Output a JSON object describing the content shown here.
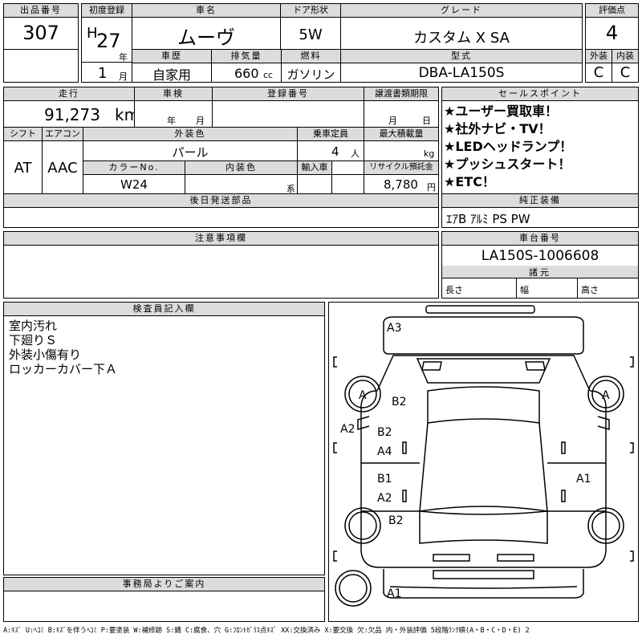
{
  "header": {
    "lot_label": "出品番号",
    "lot_no": "307",
    "reg_label": "初度登録",
    "era": "H",
    "year": "27",
    "year_unit": "年",
    "month": "1",
    "month_unit": "月",
    "name_label": "車名",
    "name": "ムーヴ",
    "door_label": "ドア形状",
    "door": "5W",
    "grade_label": "グレード",
    "grade": "カスタム X SA",
    "score_label": "評価点",
    "score": "4",
    "history_label": "車歴",
    "history": "自家用",
    "disp_label": "排気量",
    "disp": "660",
    "disp_unit": "cc",
    "fuel_label": "燃料",
    "fuel": "ガソリン",
    "model_label": "型式",
    "model": "DBA-LA150S",
    "ext_label": "外装",
    "ext": "C",
    "int_label": "内装",
    "int": "C"
  },
  "row2": {
    "mileage_label": "走行",
    "mileage": "91,273",
    "mileage_unit": "km",
    "inspect_label": "車検",
    "inspect_year_unit": "年",
    "inspect_month_unit": "月",
    "plate_label": "登録番号",
    "transfer_label": "譲渡書類期限",
    "transfer_month_unit": "月",
    "transfer_day_unit": "日",
    "shift_label": "シフト",
    "shift": "AT",
    "ac_label": "エアコン",
    "ac": "AAC",
    "color_label": "外装色",
    "color": "パール",
    "seat_label": "乗車定員",
    "seat": "4",
    "seat_unit": "人",
    "load_label": "最大積載量",
    "load_unit": "kg",
    "colorno_label": "カラーNo.",
    "colorno": "W24",
    "intcolor_label": "内装色",
    "intcolor_unit": "系",
    "import_label": "輸入車",
    "recycle_label": "リサイクル預託金",
    "recycle": "8,780",
    "recycle_unit": "円",
    "later_label": "後日発送部品"
  },
  "sales": {
    "label": "セールスポイント",
    "points": [
      "★ユーザー買取車！",
      "★社外ナビ・TV！",
      "★LEDヘッドランプ！",
      "★プッシュスタート！",
      "★ETC！"
    ]
  },
  "equip": {
    "label": "純正装備",
    "value": "ｴｱB ｱﾙﾐ PS PW"
  },
  "notes": {
    "label": "注意事項欄"
  },
  "chassis": {
    "label": "車台番号",
    "value": "LA150S-1006608",
    "dims_label": "諸元",
    "len": "長さ",
    "wid": "幅",
    "hgt": "高さ"
  },
  "inspector": {
    "label": "検査員記入欄",
    "lines": [
      "室内汚れ",
      "下廻りＳ",
      "外装小傷有り",
      "ロッカーカバー下Ａ"
    ]
  },
  "office": {
    "label": "事務局よりご案内"
  },
  "diagram": {
    "marks": {
      "a3": "A3",
      "tl": "A",
      "tr": "A",
      "b2_front": "B2",
      "a2_left": "A2",
      "b2_door": "B2",
      "a4": "A4",
      "b1": "B1",
      "a2_door": "A2",
      "a1_right": "A1",
      "b2_rear": "B2",
      "a1_bottom": "A1"
    }
  },
  "legend": "A:ｷｽﾞ U:ﾍｺﾐ B:ｷｽﾞを伴うﾍｺﾐ P:要塗装 W:補修跡 S:錆 C:腐食、穴 G:ﾌﾛﾝﾄｶﾞﾗｽ点ｷｽﾞ XX:交換済み X:要交換 欠:欠品 内・外装評価 5段階ﾗﾝｸ順(A・B・C・D・E) 2"
}
